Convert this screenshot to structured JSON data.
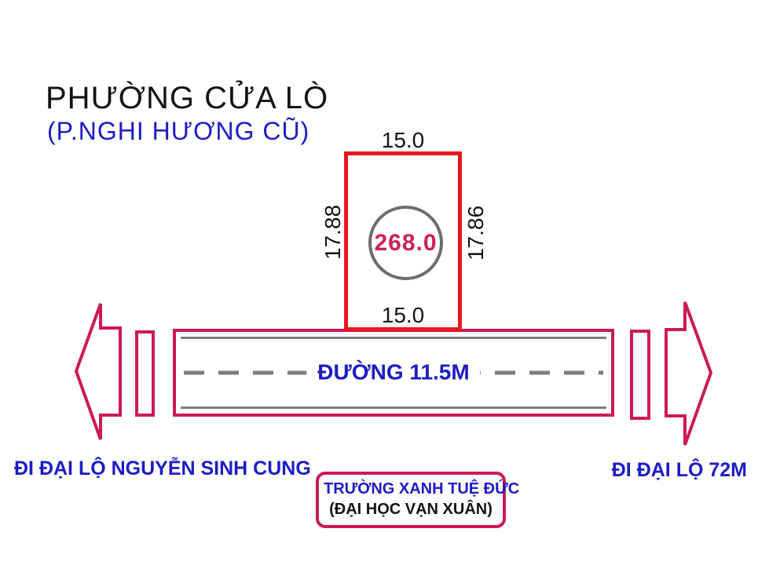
{
  "header": {
    "title": "PHƯỜNG CỬA LÒ",
    "subtitle": "(P.NGHI HƯƠNG CŨ)"
  },
  "plot": {
    "area_value": "268.0",
    "dim_top": "15.0",
    "dim_bottom": "15.0",
    "dim_left": "17.88",
    "dim_right": "17.86"
  },
  "road": {
    "label": "ĐƯỜNG 11.5M"
  },
  "directions": {
    "left": "ĐI ĐẠI LỘ NGUYỄN SINH CUNG",
    "right": "ĐI ĐẠI LỘ 72M"
  },
  "landmark": {
    "line1": "TRƯỜNG XANH TUỆ ĐỨC",
    "line2": "(ĐẠI HỌC VẠN XUÂN)"
  },
  "icons": {
    "left": "arrow-left-icon",
    "right": "arrow-right-icon"
  },
  "colors": {
    "plot_border": "#e8161d",
    "accent_crimson": "#cc1a52",
    "blue_text": "#1c1cc4",
    "gray_line": "#7d7d7d",
    "area_text": "#cc2156",
    "black_text": "#141414"
  }
}
